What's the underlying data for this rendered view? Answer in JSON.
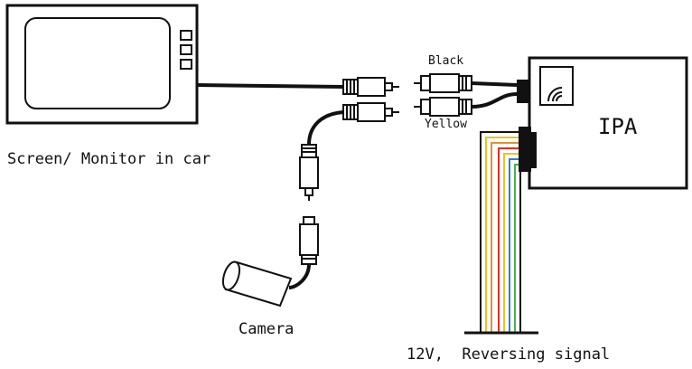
{
  "labels": {
    "monitor": "Screen/ Monitor in car",
    "camera": "Camera",
    "ipa": "IPA",
    "black": "Black",
    "yellow": "Yellow",
    "power": "12V,  Reversing signal"
  },
  "colors": {
    "line": "#111111",
    "wire_yellow": "#f0c020",
    "wire_red": "#e03020",
    "wire_blue": "#2a7fd4",
    "wire_green": "#4caf50",
    "wire_orange": "#f08a30"
  }
}
